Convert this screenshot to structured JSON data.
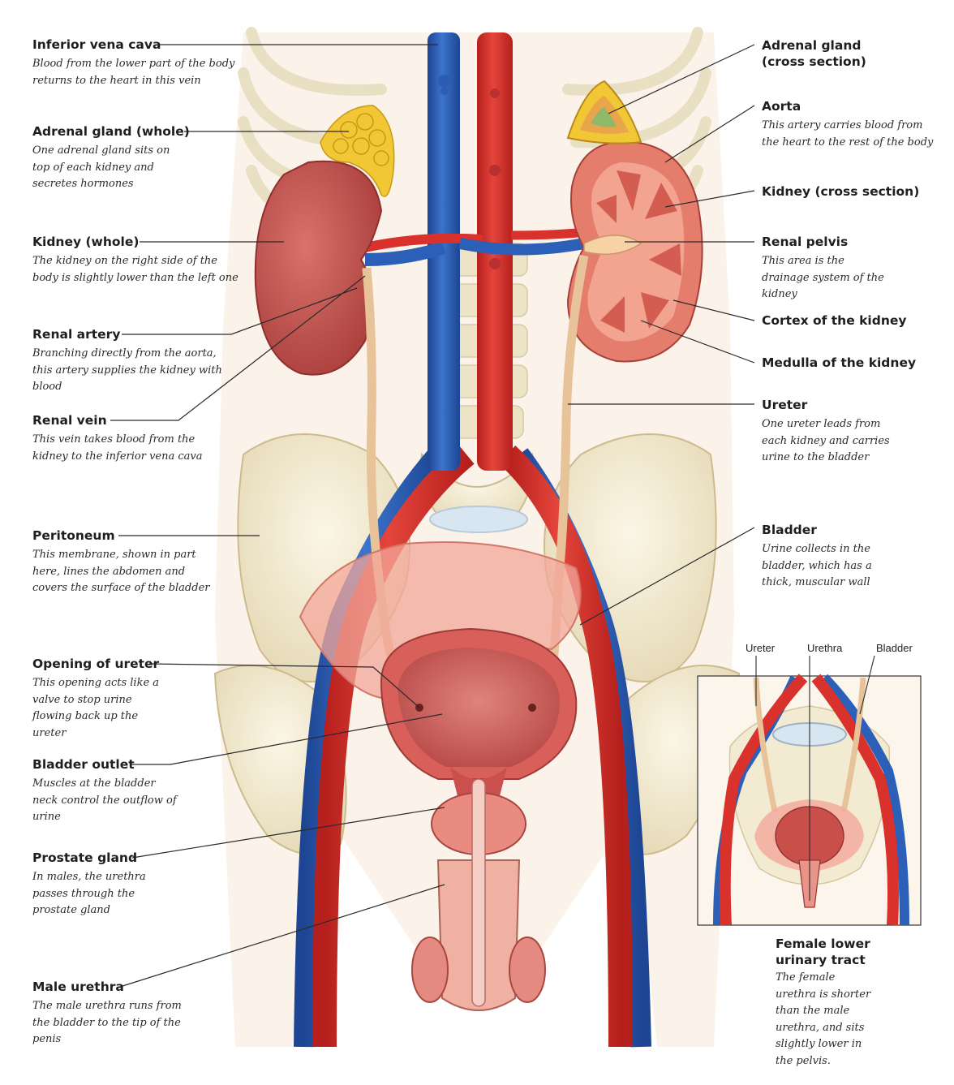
{
  "labels_left": [
    {
      "id": "inferior-vena-cava",
      "title": "Inferior vena cava",
      "desc": "Blood from the lower part of the body returns to the heart in this vein"
    },
    {
      "id": "adrenal-gland-whole",
      "title": "Adrenal gland (whole)",
      "desc": "One adrenal gland sits on top of each kidney and secretes hormones"
    },
    {
      "id": "kidney-whole",
      "title": "Kidney (whole)",
      "desc": "The kidney on the right side of the body is slightly lower than the left one"
    },
    {
      "id": "renal-artery",
      "title": "Renal artery",
      "desc": "Branching directly from the aorta, this artery supplies the kidney with blood"
    },
    {
      "id": "renal-vein",
      "title": "Renal vein",
      "desc": "This vein takes blood from the kidney to the inferior vena cava"
    },
    {
      "id": "peritoneum",
      "title": "Peritoneum",
      "desc": "This membrane, shown in part here, lines the abdomen and covers the surface of the bladder"
    },
    {
      "id": "opening-of-ureter",
      "title": "Opening of ureter",
      "desc": "This opening acts like a valve to stop urine flowing back up the ureter"
    },
    {
      "id": "bladder-outlet",
      "title": "Bladder outlet",
      "desc": "Muscles at the bladder neck control the outflow of urine"
    },
    {
      "id": "prostate-gland",
      "title": "Prostate gland",
      "desc": "In males, the urethra passes through the prostate gland"
    },
    {
      "id": "male-urethra",
      "title": "Male urethra",
      "desc": "The male urethra runs from the bladder to the tip of the penis"
    }
  ],
  "labels_right": [
    {
      "id": "adrenal-gland-cross-section",
      "title": "Adrenal gland (cross section)",
      "desc": ""
    },
    {
      "id": "aorta",
      "title": "Aorta",
      "desc": "This artery carries blood from the heart to the rest of the body"
    },
    {
      "id": "kidney-cross-section",
      "title": "Kidney (cross section)",
      "desc": ""
    },
    {
      "id": "renal-pelvis",
      "title": "Renal pelvis",
      "desc": "This area is the drainage system of the kidney"
    },
    {
      "id": "cortex-of-the-kidney",
      "title": "Cortex of the kidney",
      "desc": ""
    },
    {
      "id": "medulla-of-the-kidney",
      "title": "Medulla of the kidney",
      "desc": ""
    },
    {
      "id": "ureter",
      "title": "Ureter",
      "desc": "One ureter leads from each kidney and carries urine to the bladder"
    },
    {
      "id": "bladder",
      "title": "Bladder",
      "desc": "Urine collects in the bladder, which has a thick, muscular wall"
    }
  ],
  "inset": {
    "labels": [
      "Ureter",
      "Urethra",
      "Bladder"
    ],
    "title_line1": "Female lower",
    "title_line2": "urinary tract",
    "desc": "The female urethra is shorter than the male urethra, and sits slightly lower in the pelvis."
  },
  "colors": {
    "artery": "#d9312b",
    "vein": "#2b5fb8",
    "kidney": "#c8544f",
    "bone": "#efe6cc",
    "adrenal": "#f2c736",
    "ureter": "#e8c39a"
  }
}
